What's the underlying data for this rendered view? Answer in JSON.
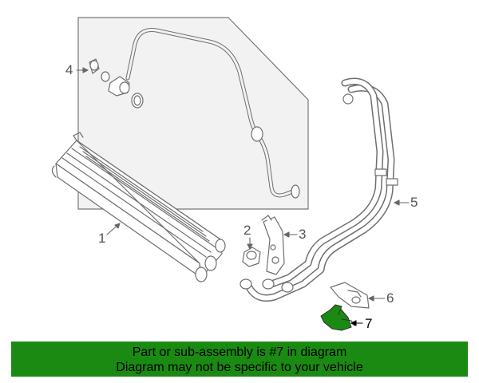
{
  "callouts": {
    "c1": "1",
    "c2": "2",
    "c3": "3",
    "c4": "4",
    "c5": "5",
    "c6": "6",
    "c7": "7"
  },
  "highlight_color": "#1a8a12",
  "banner": {
    "line1": "Part or sub-assembly is #7 in diagram",
    "line2": "Diagram may not be specific to your vehicle"
  }
}
